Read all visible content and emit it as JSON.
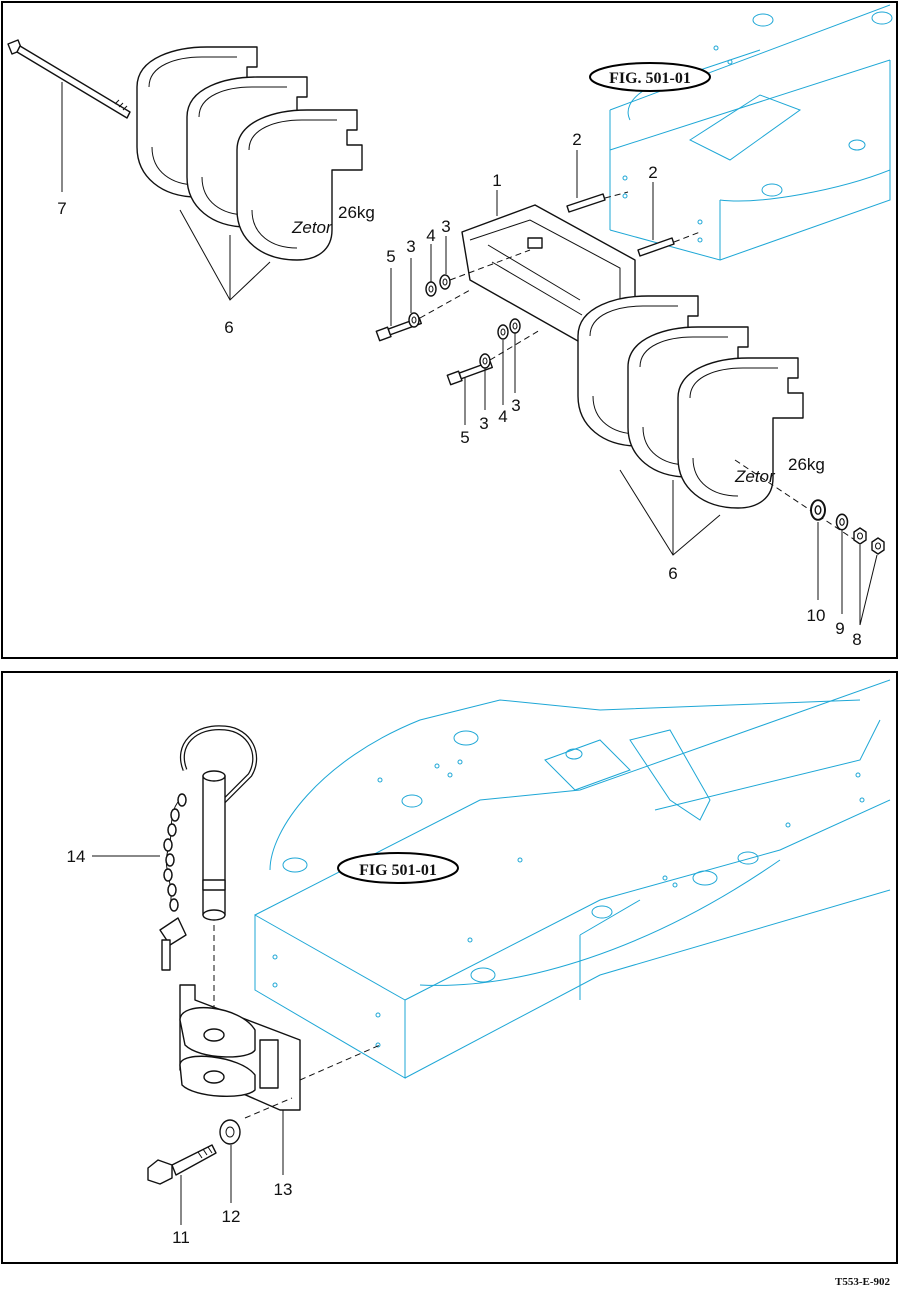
{
  "figure_ref_top": "FIG. 501-01",
  "figure_ref_bottom": "FIG 501-01",
  "document_code": "T553-E-902",
  "brand_mark": "Zetor",
  "weight_marking": "26kg",
  "callouts_top": {
    "c1": "1",
    "c2a": "2",
    "c2b": "2",
    "c3a": "3",
    "c3b": "3",
    "c3c": "3",
    "c3d": "3",
    "c4a": "4",
    "c4b": "4",
    "c5a": "5",
    "c5b": "5",
    "c6a": "6",
    "c6b": "6",
    "c7": "7",
    "c8": "8",
    "c9": "9",
    "c10": "10"
  },
  "callouts_bottom": {
    "c11": "11",
    "c12": "12",
    "c13": "13",
    "c14": "14"
  },
  "colors": {
    "frame_line": "#1ea7d6",
    "part_line": "#111111",
    "border": "#000000"
  }
}
